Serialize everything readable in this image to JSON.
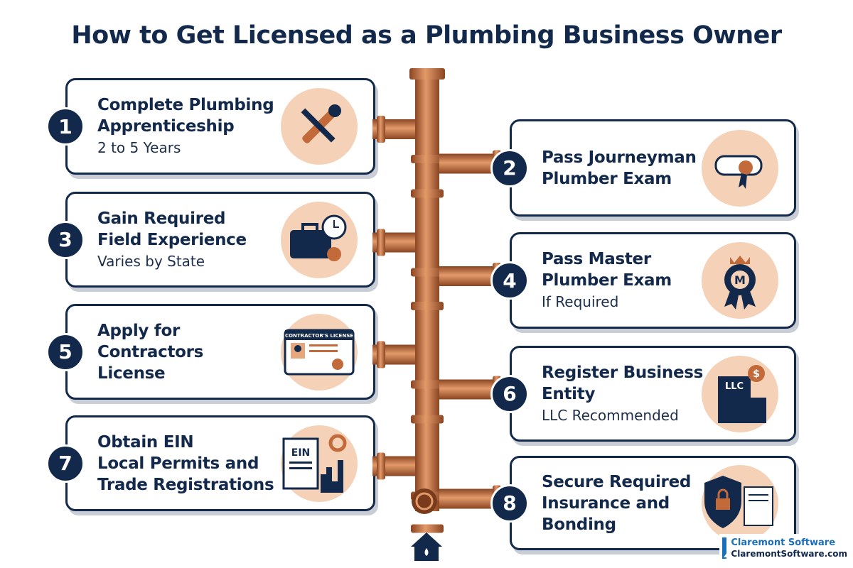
{
  "title": "How to Get Licensed as a Plumbing Business Owner",
  "steps": [
    {
      "number": "1",
      "heading": [
        "Complete Plumbing",
        "Apprenticeship"
      ],
      "sub": "2 to 5 Years",
      "icon": "wrench-pipe-icon"
    },
    {
      "number": "2",
      "heading": [
        "Pass Journeyman",
        "Plumber Exam"
      ],
      "sub": "",
      "icon": "diploma-icon"
    },
    {
      "number": "3",
      "heading": [
        "Gain Required",
        "Field Experience"
      ],
      "sub": "Varies by State",
      "icon": "briefcase-clock-icon"
    },
    {
      "number": "4",
      "heading": [
        "Pass Master",
        "Plumber Exam"
      ],
      "sub": "If Required",
      "icon": "master-badge-icon"
    },
    {
      "number": "5",
      "heading": [
        "Apply for",
        "Contractors",
        "License"
      ],
      "sub": "",
      "icon": "license-card-icon",
      "icon_text": "CONTRACTOR'S LICENSE"
    },
    {
      "number": "6",
      "heading": [
        "Register Business",
        "Entity"
      ],
      "sub": "LLC Recommended",
      "icon": "llc-building-icon",
      "icon_text": "LLC"
    },
    {
      "number": "7",
      "heading": [
        "Obtain EIN",
        "Local Permits and",
        "Trade Registrations"
      ],
      "sub": "",
      "icon": "ein-document-icon",
      "icon_text": "EIN"
    },
    {
      "number": "8",
      "heading": [
        "Secure Required",
        "Insurance and",
        "Bonding"
      ],
      "sub": "",
      "icon": "shield-lock-icon"
    }
  ],
  "brand": {
    "name": "Claremont Software",
    "url": "ClaremontSoftware.com"
  },
  "colors": {
    "navy": "#13294b",
    "copper": "#c26a3a",
    "peach": "#f5d2b7",
    "brand_blue": "#1b6fb8"
  }
}
